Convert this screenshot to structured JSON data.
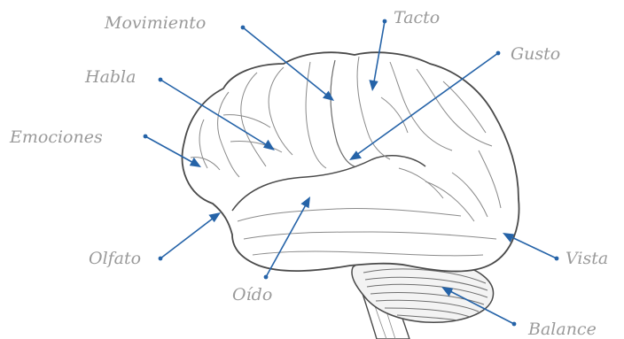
{
  "colors": {
    "label_text": "#9a9a9a",
    "leader_line": "#2563a8",
    "brain_outline": "#4a4a4a",
    "brain_folds": "#8a8a8a",
    "cerebellum": "#6f6f6f"
  },
  "labels": {
    "movimiento": "Movimiento",
    "tacto": "Tacto",
    "gusto": "Gusto",
    "habla": "Habla",
    "emociones": "Emociones",
    "olfato": "Olfato",
    "oido": "Oído",
    "vista": "Vista",
    "balance": "Balance"
  }
}
